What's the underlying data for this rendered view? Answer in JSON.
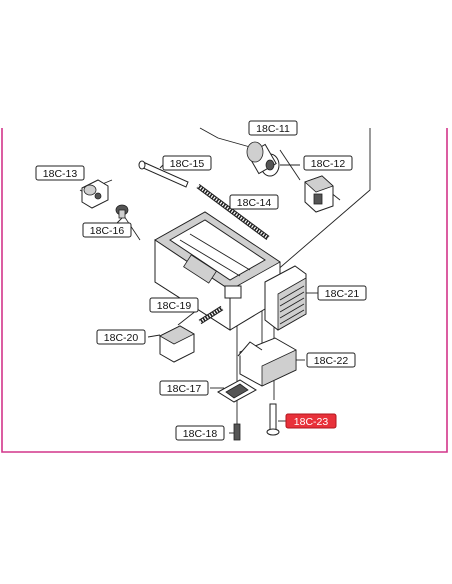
{
  "diagram": {
    "frame_color": "#d2358a",
    "highlight_color": "#e8313a",
    "labels": [
      {
        "id": "18C-11",
        "text": "18C-11"
      },
      {
        "id": "18C-12",
        "text": "18C-12"
      },
      {
        "id": "18C-13",
        "text": "18C-13"
      },
      {
        "id": "18C-14",
        "text": "18C-14"
      },
      {
        "id": "18C-15",
        "text": "18C-15"
      },
      {
        "id": "18C-16",
        "text": "18C-16"
      },
      {
        "id": "18C-17",
        "text": "18C-17"
      },
      {
        "id": "18C-18",
        "text": "18C-18"
      },
      {
        "id": "18C-19",
        "text": "18C-19"
      },
      {
        "id": "18C-20",
        "text": "18C-20"
      },
      {
        "id": "18C-21",
        "text": "18C-21"
      },
      {
        "id": "18C-22",
        "text": "18C-22"
      },
      {
        "id": "18C-23",
        "text": "18C-23",
        "highlighted": true
      }
    ]
  }
}
